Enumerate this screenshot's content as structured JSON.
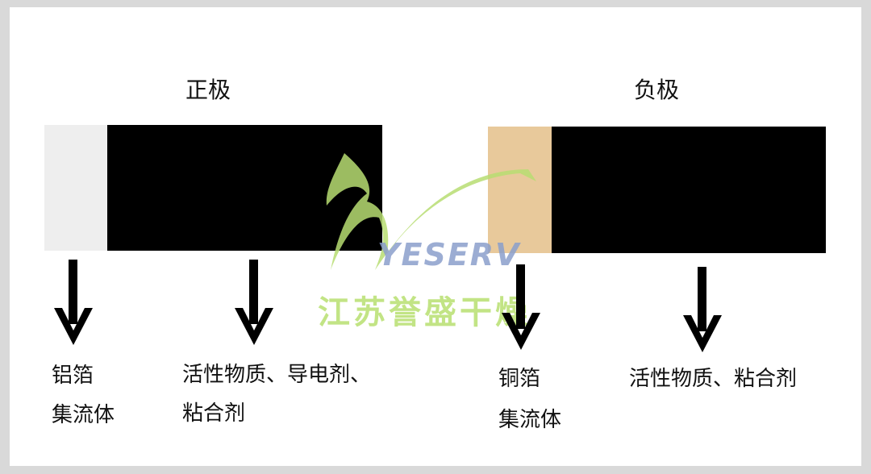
{
  "positive": {
    "title": "正极",
    "collector_color": "#eeeeee",
    "active_color": "#000000",
    "collector_label_line1": "铝箔",
    "collector_label_line2": "集流体",
    "active_label_line1": "活性物质、导电剂、",
    "active_label_line2": "粘合剂"
  },
  "negative": {
    "title": "负极",
    "collector_color": "#e8c99b",
    "active_color": "#000000",
    "collector_label_line1": "铜箔",
    "collector_label_line2": "集流体",
    "active_label_line1": "活性物质、粘合剂"
  },
  "watermark": {
    "brand": "YESERV",
    "company": "江苏誉盛干燥",
    "accent_color": "#a8d85a"
  }
}
